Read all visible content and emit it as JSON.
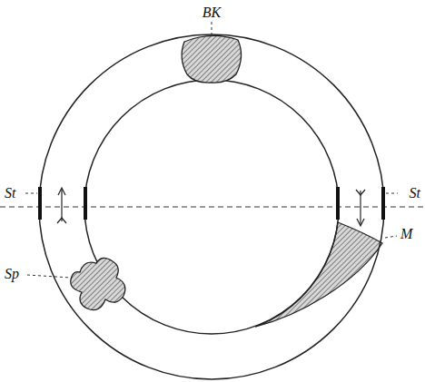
{
  "diagram": {
    "labels": [
      "BK",
      "St",
      "St",
      "Sp",
      "M"
    ]
  }
}
